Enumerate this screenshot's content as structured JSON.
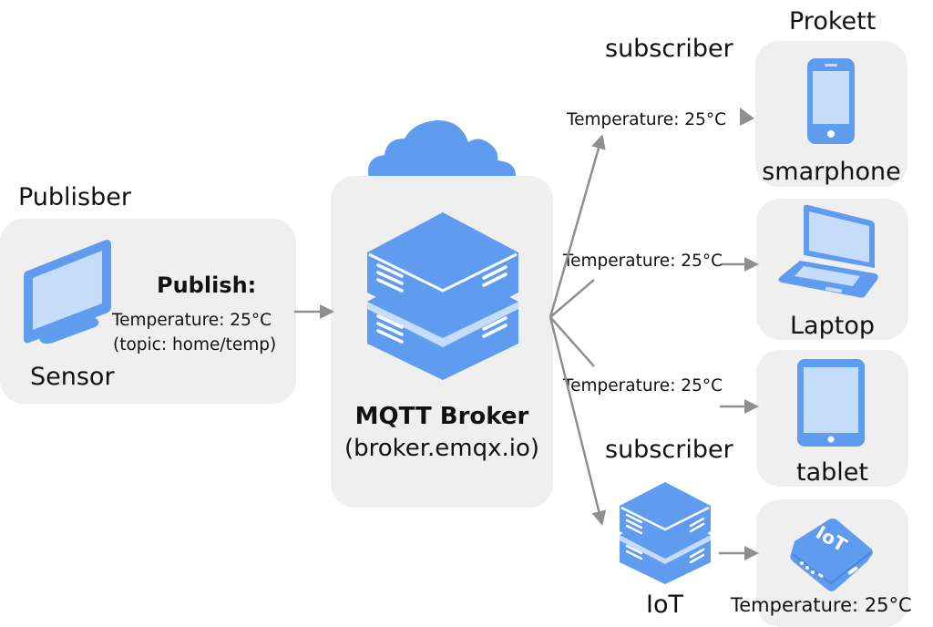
{
  "colors": {
    "icon_blue": "#5f9cf0",
    "icon_light": "#c6dcfb",
    "card_bg": "#efefef",
    "arrow": "#8f8f8f",
    "text": "#111111"
  },
  "publisher": {
    "section_label": "Publisber",
    "device_label": "Sensor",
    "device_icon": "monitor-icon",
    "publish_title": "Publish:",
    "publish_message": "Temperature: 25°C",
    "publish_topic": "(topic: home/temp)"
  },
  "broker": {
    "icon": "server-stack-icon",
    "cloud_icon": "cloud-icon",
    "title": "MQTT Broker",
    "host": "(broker.emqx.io)"
  },
  "subscribers": {
    "top_section_label": "subscriber",
    "top_group_label": "Prokett",
    "bottom_section_label": "subscriber",
    "iot_node_label": "IoT",
    "devices": [
      {
        "name": "smarphone",
        "icon": "smartphone-icon",
        "message": "Temperature: 25°C"
      },
      {
        "name": "Laptop",
        "icon": "laptop-icon",
        "message": "Temperature: 25°C"
      },
      {
        "name": "tablet",
        "icon": "tablet-icon",
        "message": "Temperature: 25°C"
      },
      {
        "name": "",
        "icon": "iot-device-icon",
        "icon_text": "IoT",
        "message": "Temperature: 25°C"
      }
    ]
  }
}
